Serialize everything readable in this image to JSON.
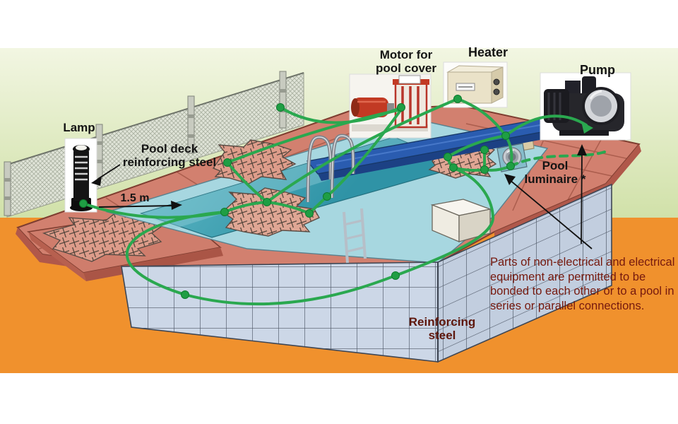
{
  "labels": {
    "lamp": "Lamp",
    "pool_deck": "Pool deck\nreinforcing steel",
    "motor": "Motor for\npool cover",
    "heater": "Heater",
    "pump": "Pump",
    "pool_luminaire": "Pool\nluminaire *",
    "reinforcing_steel": "Reinforcing\nsteel",
    "dimension_1_5m": "1.5 m"
  },
  "annotation": {
    "text": "Parts of non-electrical and electrical\nequipment are permitted to be\nbonded to each other or to a pool in\nseries or parallel connections."
  },
  "colors": {
    "wall_background": "#e7efcd",
    "ground_orange": "#f0912d",
    "deck_pink": "#d2806f",
    "coping_blue": "#a7d7e0",
    "water_teal": "#3ba2b4",
    "pool_wall_tile": "#ccd7e7",
    "bonding_green": "#2aa84f",
    "annotation_text": "#76190e"
  },
  "icons": {
    "bond_node": "filled green circle",
    "pointer_arrow": "black triangle",
    "dimension_arrow": "black triangle"
  }
}
